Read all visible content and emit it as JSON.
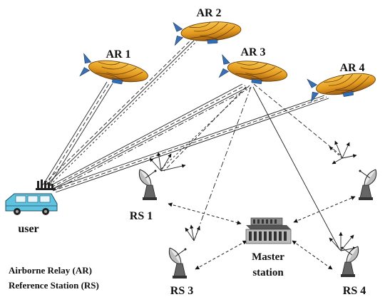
{
  "nodes": {
    "ar1": {
      "label": "AR 1"
    },
    "ar2": {
      "label": "AR 2"
    },
    "ar3": {
      "label": "AR 3"
    },
    "ar4": {
      "label": "AR 4"
    },
    "rs1": {
      "label": "RS 1"
    },
    "rs3": {
      "label": "RS 3"
    },
    "rs4": {
      "label": "RS 4"
    },
    "user": {
      "label": "user"
    },
    "master": {
      "label_line1": "Master",
      "label_line2": "station"
    }
  },
  "legend": {
    "line1": "Airborne Relay (AR)",
    "line2": "Reference Station (RS)"
  }
}
